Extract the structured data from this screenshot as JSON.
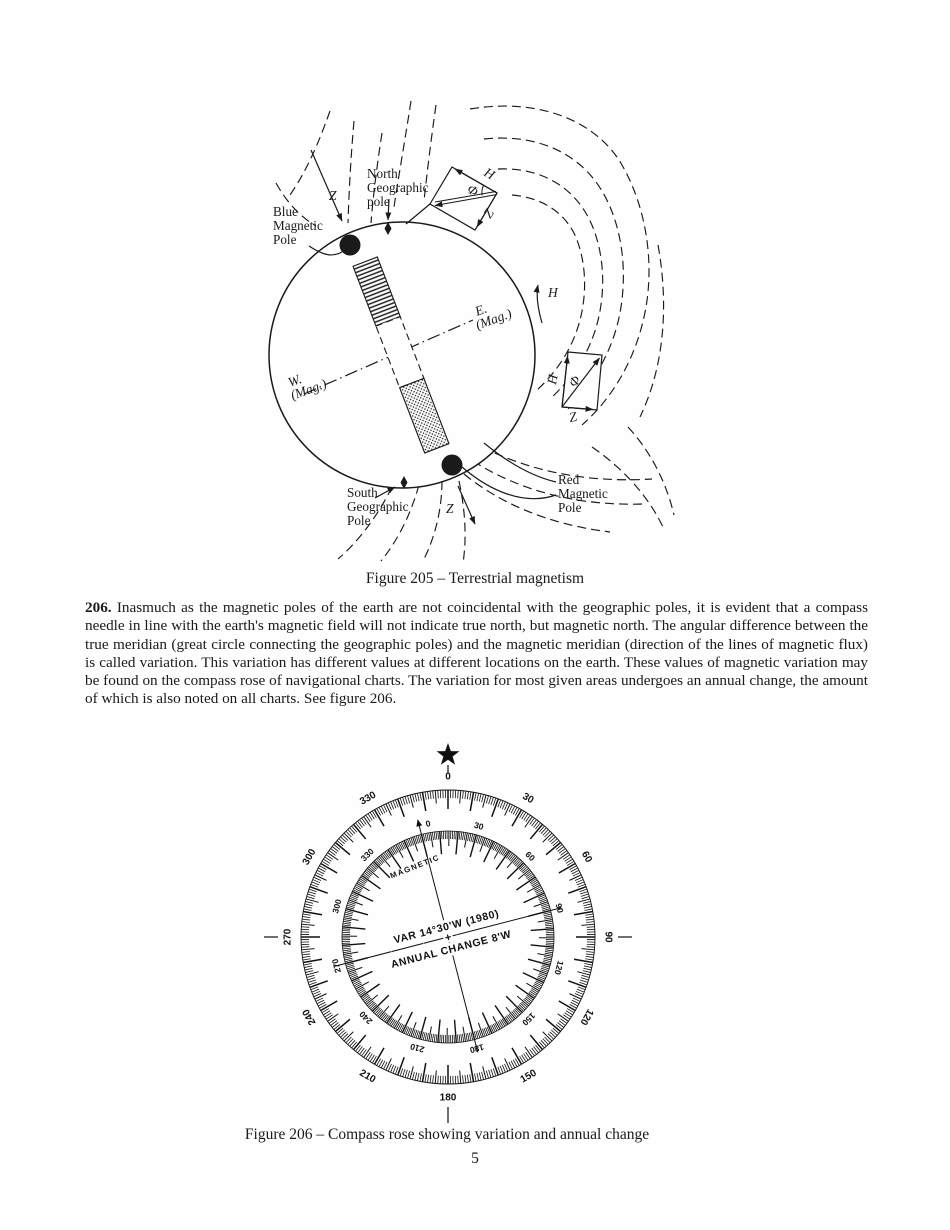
{
  "figure205": {
    "caption": "Figure 205 – Terrestrial magnetism",
    "labels": {
      "north_geo": [
        "North",
        "Geographic",
        "pole"
      ],
      "blue_pole": [
        "Blue",
        "Magnetic",
        "Pole"
      ],
      "south_geo": [
        "South",
        "Geographic",
        "Pole"
      ],
      "red_pole": [
        "Red",
        "Magnetic",
        "Pole"
      ],
      "east": [
        "E.",
        "(Mag.)"
      ],
      "west": [
        "W.",
        "(Mag.)"
      ],
      "z": "Z",
      "h": "H",
      "phi": "Φ"
    }
  },
  "paragraph_206": {
    "number": "206.",
    "body": " Inasmuch as the magnetic poles of the earth are not coincidental with the geographic poles, it is evident that a compass needle in line with the earth's magnetic field will not indicate true north, but magnetic north. The angular difference between the true meridian (great circle connecting the geographic poles) and the magnetic meridian (direction of the lines of magnetic flux) is called variation. This variation has different values at different locations on the earth. These values of magnetic variation may be found on the compass rose of navigational charts. The variation for most given areas undergoes an annual change, the amount of which is also noted on all charts. See figure 206."
  },
  "figure206": {
    "caption": "Figure 206 – Compass rose showing variation and annual change",
    "rose": {
      "outer_labels": [
        "0",
        "30",
        "60",
        "90",
        "120",
        "150",
        "180",
        "210",
        "240",
        "270",
        "300",
        "330"
      ],
      "inner_labels": [
        "0",
        "30",
        "60",
        "90",
        "120",
        "150",
        "180",
        "210",
        "240",
        "270",
        "300",
        "330"
      ],
      "variation_deg": 14.5,
      "variation_text": "VAR 14°30'W (1980)",
      "center_plus": "+",
      "annual_change_text": "ANNUAL CHANGE 8'W",
      "magnetic_label": "MAGNETIC"
    }
  },
  "page": {
    "number": "5"
  }
}
